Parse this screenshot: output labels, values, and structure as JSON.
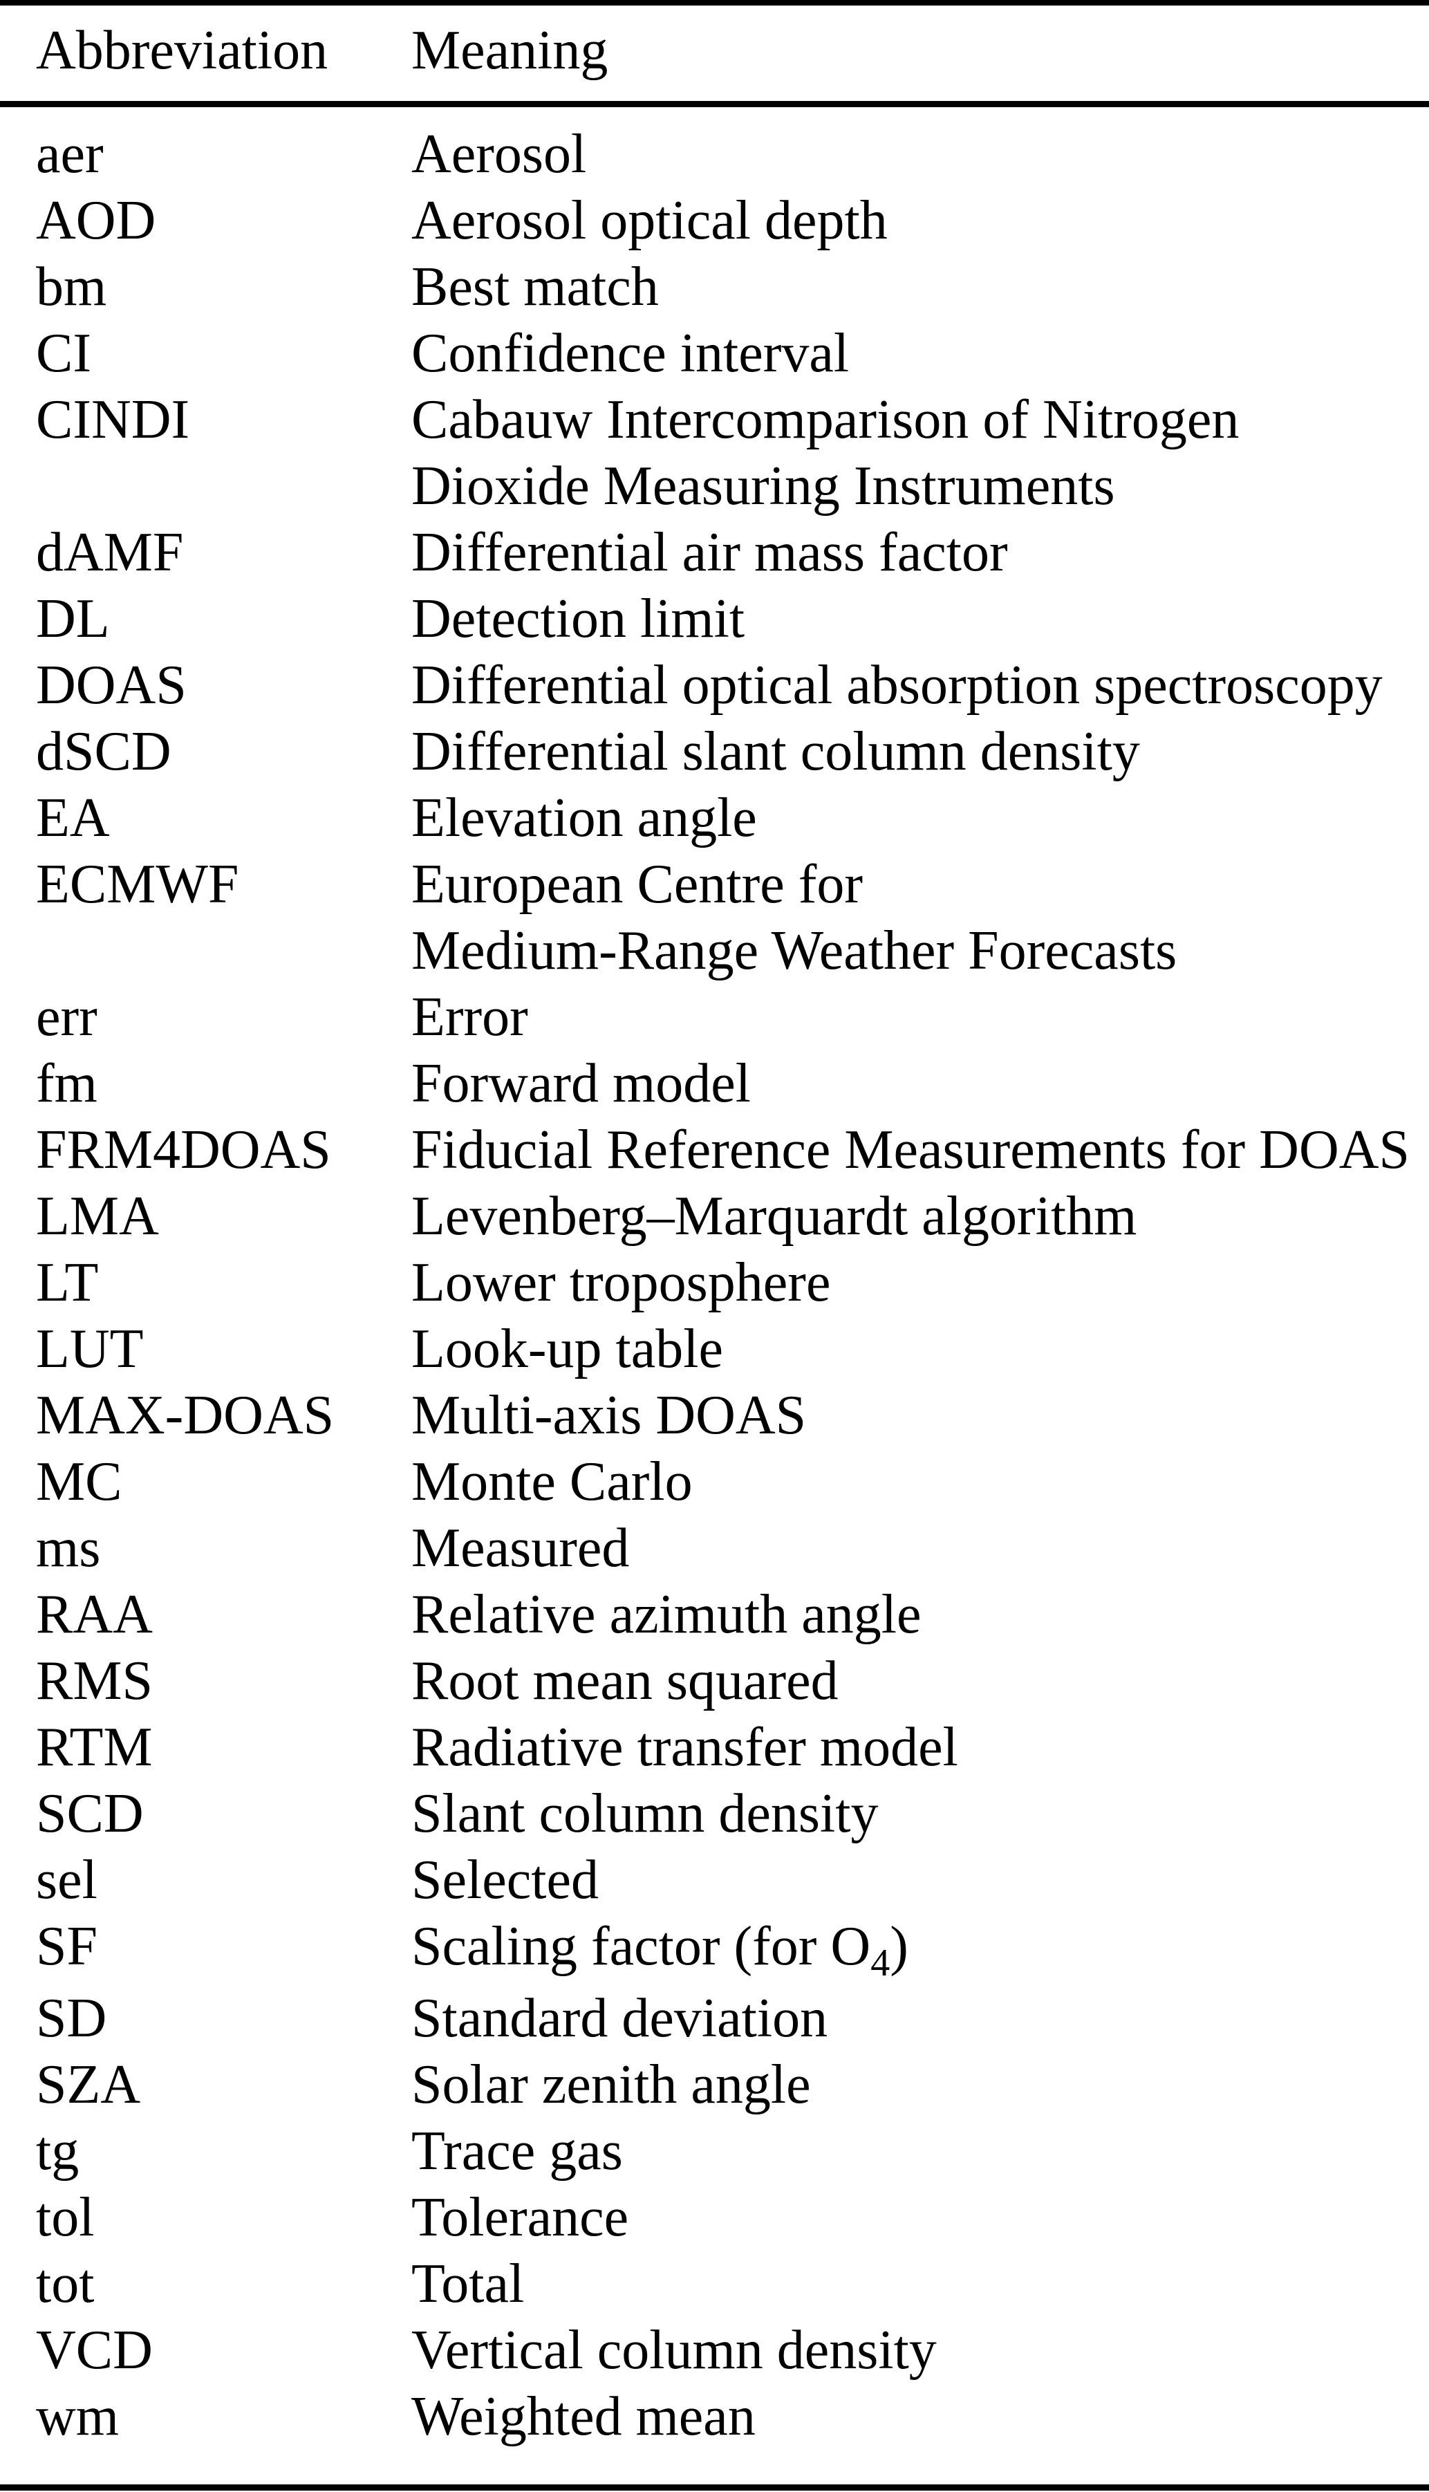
{
  "table": {
    "header": {
      "abbreviation": "Abbreviation",
      "meaning": "Meaning"
    },
    "rows": [
      {
        "abbr": "aer",
        "meaning": "Aerosol"
      },
      {
        "abbr": "AOD",
        "meaning": "Aerosol optical depth"
      },
      {
        "abbr": "bm",
        "meaning": "Best match"
      },
      {
        "abbr": "CI",
        "meaning": "Confidence interval"
      },
      {
        "abbr": "CINDI",
        "meaning": "Cabauw Intercomparison of Nitrogen"
      },
      {
        "abbr": "",
        "meaning": "Dioxide Measuring Instruments"
      },
      {
        "abbr": "dAMF",
        "meaning": "Differential air mass factor"
      },
      {
        "abbr": "DL",
        "meaning": "Detection limit"
      },
      {
        "abbr": "DOAS",
        "meaning": "Differential optical absorption spectroscopy"
      },
      {
        "abbr": "dSCD",
        "meaning": "Differential slant column density"
      },
      {
        "abbr": "EA",
        "meaning": "Elevation angle"
      },
      {
        "abbr": "ECMWF",
        "meaning": "European Centre for"
      },
      {
        "abbr": "",
        "meaning": "Medium-Range Weather Forecasts"
      },
      {
        "abbr": "err",
        "meaning": "Error"
      },
      {
        "abbr": "fm",
        "meaning": "Forward model"
      },
      {
        "abbr": "FRM4DOAS",
        "meaning": "Fiducial Reference Measurements for DOAS"
      },
      {
        "abbr": "LMA",
        "meaning": "Levenberg–Marquardt algorithm"
      },
      {
        "abbr": "LT",
        "meaning": "Lower troposphere"
      },
      {
        "abbr": "LUT",
        "meaning": "Look-up table"
      },
      {
        "abbr": "MAX-DOAS",
        "meaning": "Multi-axis DOAS"
      },
      {
        "abbr": "MC",
        "meaning": "Monte Carlo"
      },
      {
        "abbr": "ms",
        "meaning": "Measured"
      },
      {
        "abbr": "RAA",
        "meaning": "Relative azimuth angle"
      },
      {
        "abbr": "RMS",
        "meaning": "Root mean squared"
      },
      {
        "abbr": "RTM",
        "meaning": "Radiative transfer model"
      },
      {
        "abbr": "SCD",
        "meaning": "Slant column density"
      },
      {
        "abbr": "sel",
        "meaning": "Selected"
      },
      {
        "abbr": "SF",
        "meaning_parts": {
          "pre": "Scaling factor (for O",
          "sub": "4",
          "post": ")"
        }
      },
      {
        "abbr": "SD",
        "meaning": "Standard deviation"
      },
      {
        "abbr": "SZA",
        "meaning": "Solar zenith angle"
      },
      {
        "abbr": "tg",
        "meaning": "Trace gas"
      },
      {
        "abbr": "tol",
        "meaning": "Tolerance"
      },
      {
        "abbr": "tot",
        "meaning": "Total"
      },
      {
        "abbr": "VCD",
        "meaning": "Vertical column density"
      },
      {
        "abbr": "wm",
        "meaning": "Weighted mean"
      }
    ]
  }
}
